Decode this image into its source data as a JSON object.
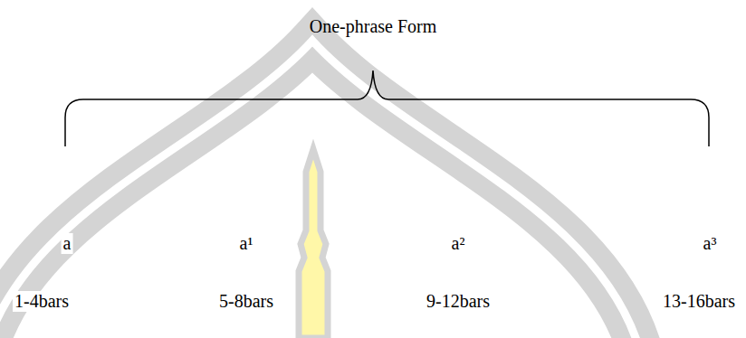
{
  "diagram": {
    "title": "One-phrase Form",
    "labels": [
      "a",
      "a¹",
      "a²",
      "a³",
      "1-4bars",
      "5-8bars",
      "9-12bars",
      "13-16bars"
    ]
  }
}
